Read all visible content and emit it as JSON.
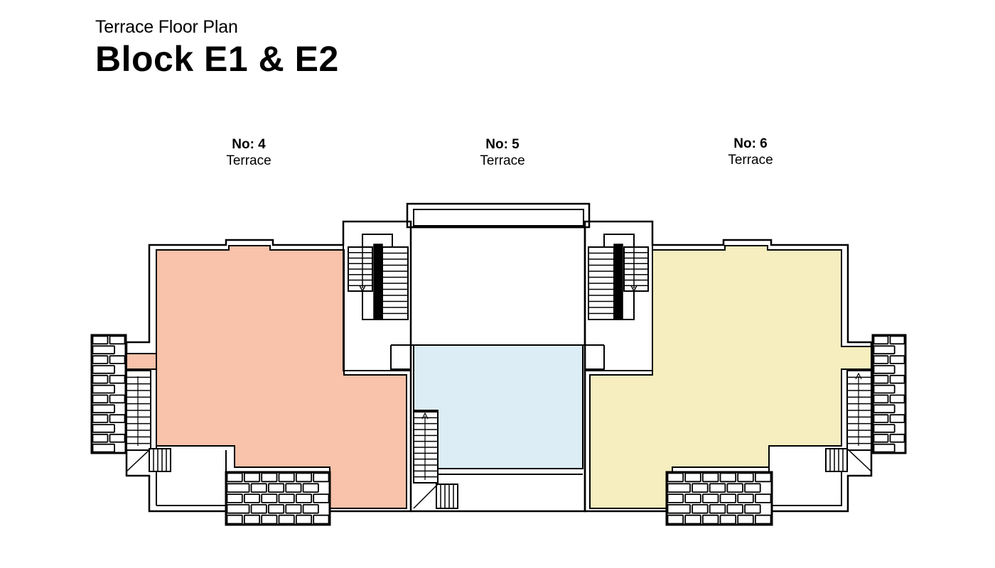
{
  "header": {
    "subtitle": "Terrace Floor Plan",
    "title": "Block E1 & E2"
  },
  "units": [
    {
      "number": "No: 4",
      "type": "Terrace",
      "color": "#f9c2aa"
    },
    {
      "number": "No: 5",
      "type": "Terrace",
      "color": "#dcedf5"
    },
    {
      "number": "No: 6",
      "type": "Terrace",
      "color": "#f6eebf"
    }
  ]
}
